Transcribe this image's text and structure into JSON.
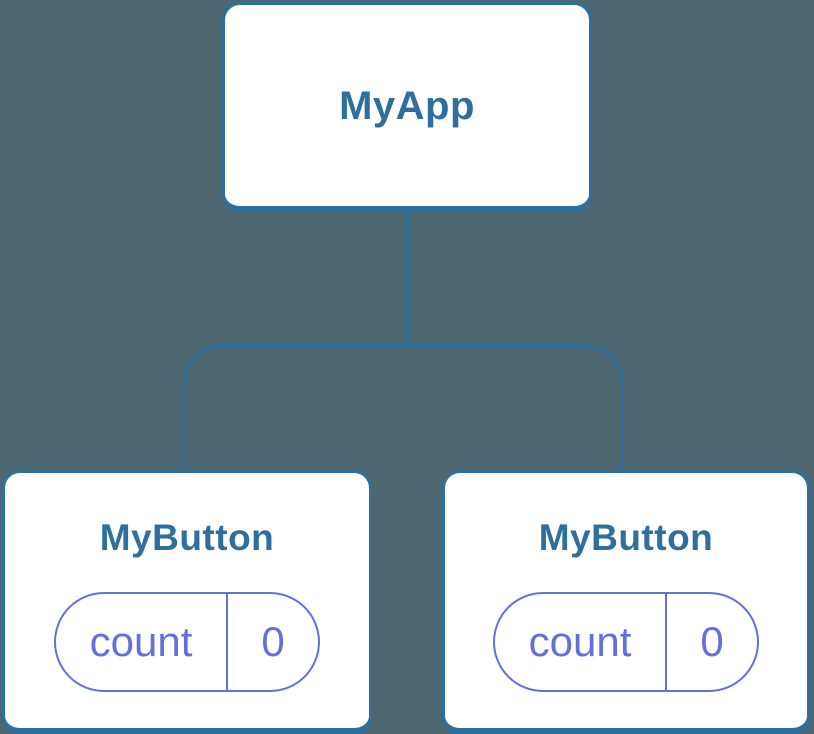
{
  "colors": {
    "background": "#4C6772",
    "node_border": "#2E6F9E",
    "node_fill": "#FFFFFF",
    "title_text": "#2E6F9E",
    "state_accent": "#6370DC",
    "connector": "#2E6F9E"
  },
  "tree": {
    "root": {
      "label": "MyApp"
    },
    "children": [
      {
        "label": "MyButton",
        "state": {
          "name": "count",
          "value": "0"
        }
      },
      {
        "label": "MyButton",
        "state": {
          "name": "count",
          "value": "0"
        }
      }
    ]
  }
}
